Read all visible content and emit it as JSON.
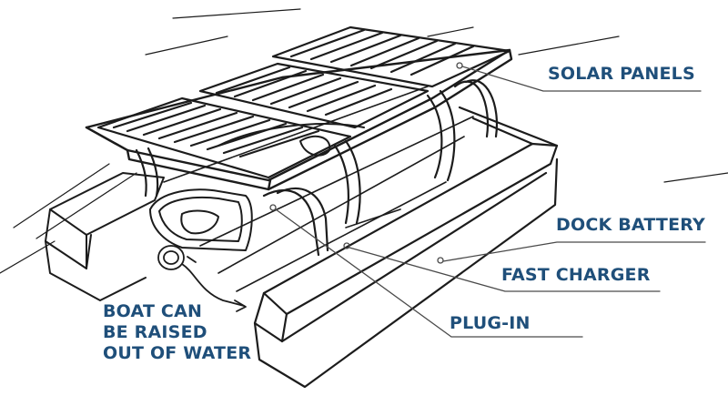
{
  "labels": {
    "solar_panels": "SOLAR PANELS",
    "dock_battery": "DOCK BATTERY",
    "fast_charger": "FAST CHARGER",
    "plug_in": "PLUG-IN",
    "boat_can_be_raised": [
      "BOAT CAN",
      "BE RAISED",
      "OUT OF WATER"
    ]
  },
  "colors": {
    "label_text": "#1f4f7a",
    "sketch_line": "#1c1c1c",
    "leader_line": "#4a4a4a"
  }
}
